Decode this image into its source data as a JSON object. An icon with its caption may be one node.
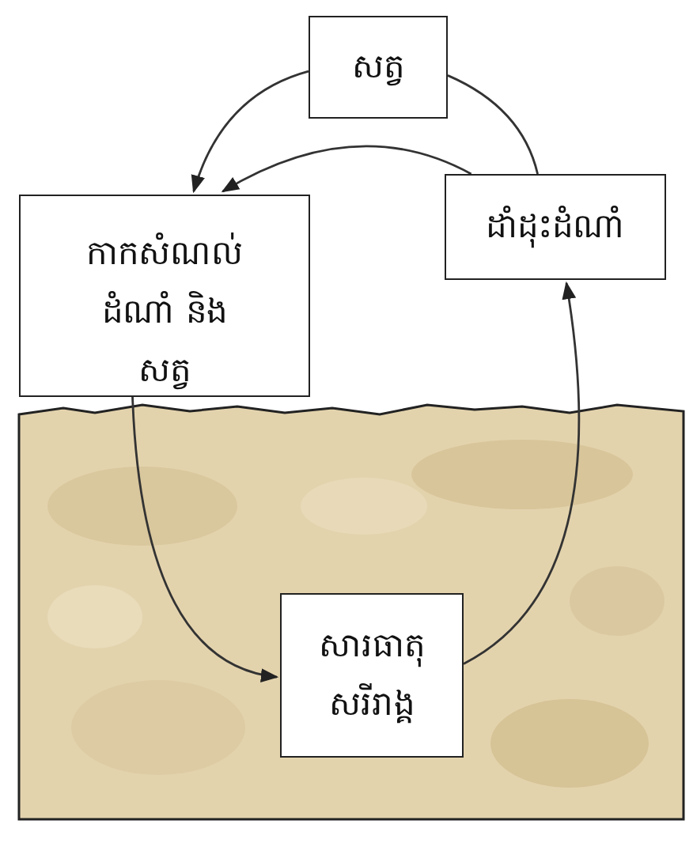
{
  "diagram": {
    "nodes": [
      {
        "text": [
          "សត្វ"
        ]
      },
      {
        "text": [
          "កាកសំណល់ ដំណាំ និង សត្វ"
        ]
      },
      {
        "text": [
          "ដាំដុះដំណាំ"
        ]
      },
      {
        "text": [
          "សារធាតុ សរីរាង្គ"
        ]
      }
    ],
    "edges": [
      {
        "from": 0,
        "to": 1,
        "arrow": "to"
      },
      {
        "from": 2,
        "to": 1,
        "arrow": "to"
      },
      {
        "from": 2,
        "to": 0,
        "arrow": "none"
      },
      {
        "from": 1,
        "to": 3,
        "arrow": "to"
      },
      {
        "from": 3,
        "to": 2,
        "arrow": "to"
      }
    ]
  }
}
